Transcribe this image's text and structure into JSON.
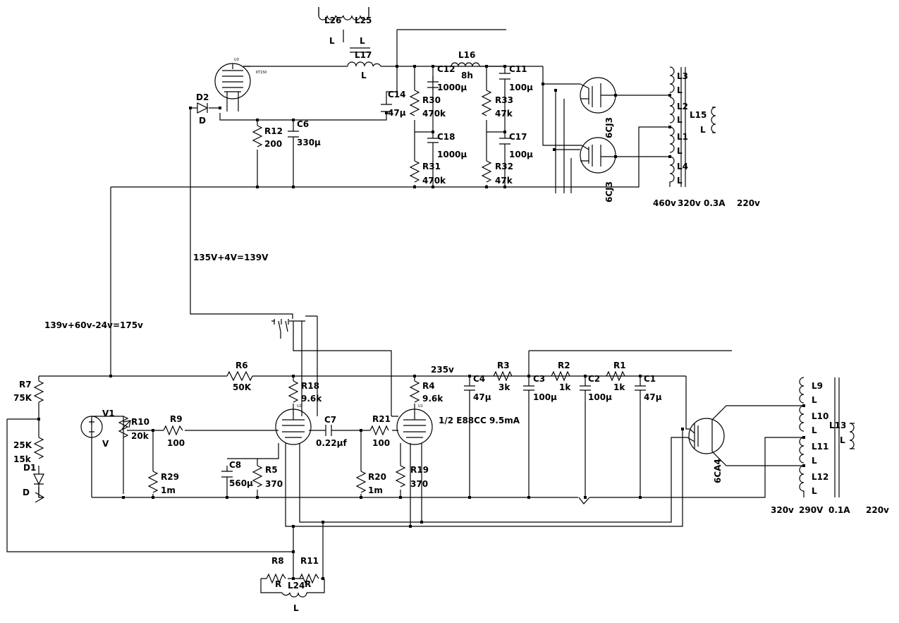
{
  "notes": {
    "pre_supply": "135V+4V=139V",
    "input_supply": "139v+60v-24v=175v",
    "stage_voltage": "235v",
    "tube_current": "1/2 E88CC 9.5mA",
    "upper_transformer": [
      "460v",
      "320v",
      "0.3A",
      "220v"
    ],
    "lower_transformer": [
      "320v",
      "290V",
      "0.1A",
      "220v"
    ]
  },
  "labels": {
    "L26": "L26",
    "L25": "L25",
    "L25_val": "L",
    "L26_val": "L",
    "L17": "L17",
    "L17_val": "L",
    "L16": "L16",
    "L16_val": "8h",
    "KT150": "KT150",
    "U3": "U3",
    "D2": "D2",
    "D2_val": "D",
    "R12": "R12",
    "R12_val": "200",
    "C6": "C6",
    "C6_val": "330µ",
    "C14": "C14",
    "C14_val": "47µ",
    "C12": "C12",
    "C12_val": "1000µ",
    "R30": "R30",
    "R30_val": "470k",
    "C18": "C18",
    "C18_val": "1000µ",
    "R31": "R31",
    "R31_val": "470k",
    "C11": "C11",
    "C11_val": "100µ",
    "R33": "R33",
    "R33_val": "47k",
    "C17": "C17",
    "C17_val": "100µ",
    "R32": "R32",
    "R32_val": "47k",
    "L3": "L3",
    "L2": "L2",
    "L1": "L1",
    "L4": "L4",
    "L_a": "L",
    "L_b": "L",
    "L_c": "L",
    "L_d": "L",
    "L15": "L15",
    "L15_val": "L",
    "tube_6CJ3_a": "6CJ3",
    "tube_6CJ3_b": "6CJ3",
    "R7": "R7",
    "R7_val": "75K",
    "pot_a": "25K",
    "pot_b": "15k",
    "D1": "D1",
    "D1_val": "D",
    "R6": "R6",
    "R6_val": "50K",
    "R18": "R18",
    "R18_val": "9.6k",
    "R4": "R4",
    "R4_val": "9.6k",
    "V1": "V1",
    "V1_val": "V",
    "R10": "R10",
    "R10_val": "20k",
    "R9": "R9",
    "R9_val": "100",
    "R29": "R29",
    "R29_val": "1m",
    "C8": "C8",
    "C8_val": "560µ",
    "R5": "R5",
    "R5_val": "370",
    "C7": "C7",
    "C7_val": "0.22µf",
    "R21": "R21",
    "R21_val": "100",
    "R20": "R20",
    "R20_val": "1m",
    "R19": "R19",
    "R19_val": "370",
    "C4": "C4",
    "C4_val": "47µ",
    "R3": "R3",
    "R3_val": "3k",
    "C3": "C3",
    "C3_val": "100µ",
    "R2": "R2",
    "R2_val": "1k",
    "C2": "C2",
    "C2_val": "100µ",
    "R1": "R1",
    "R1_val": "1k",
    "C1": "C1",
    "C1_val": "47µ",
    "tube_6CA4": "6CA4",
    "L9": "L9",
    "L10": "L10",
    "L11": "L11",
    "L12": "L12",
    "L_e": "L",
    "L_f": "L",
    "L_g": "L",
    "L_h": "L",
    "L13": "L13",
    "L13_val": "L",
    "R8": "R8",
    "R8_val": "R",
    "R11": "R11",
    "R11_val": "R",
    "L24": "L24",
    "L24_val": "L",
    "U1": "U1",
    "U2": "U2"
  }
}
